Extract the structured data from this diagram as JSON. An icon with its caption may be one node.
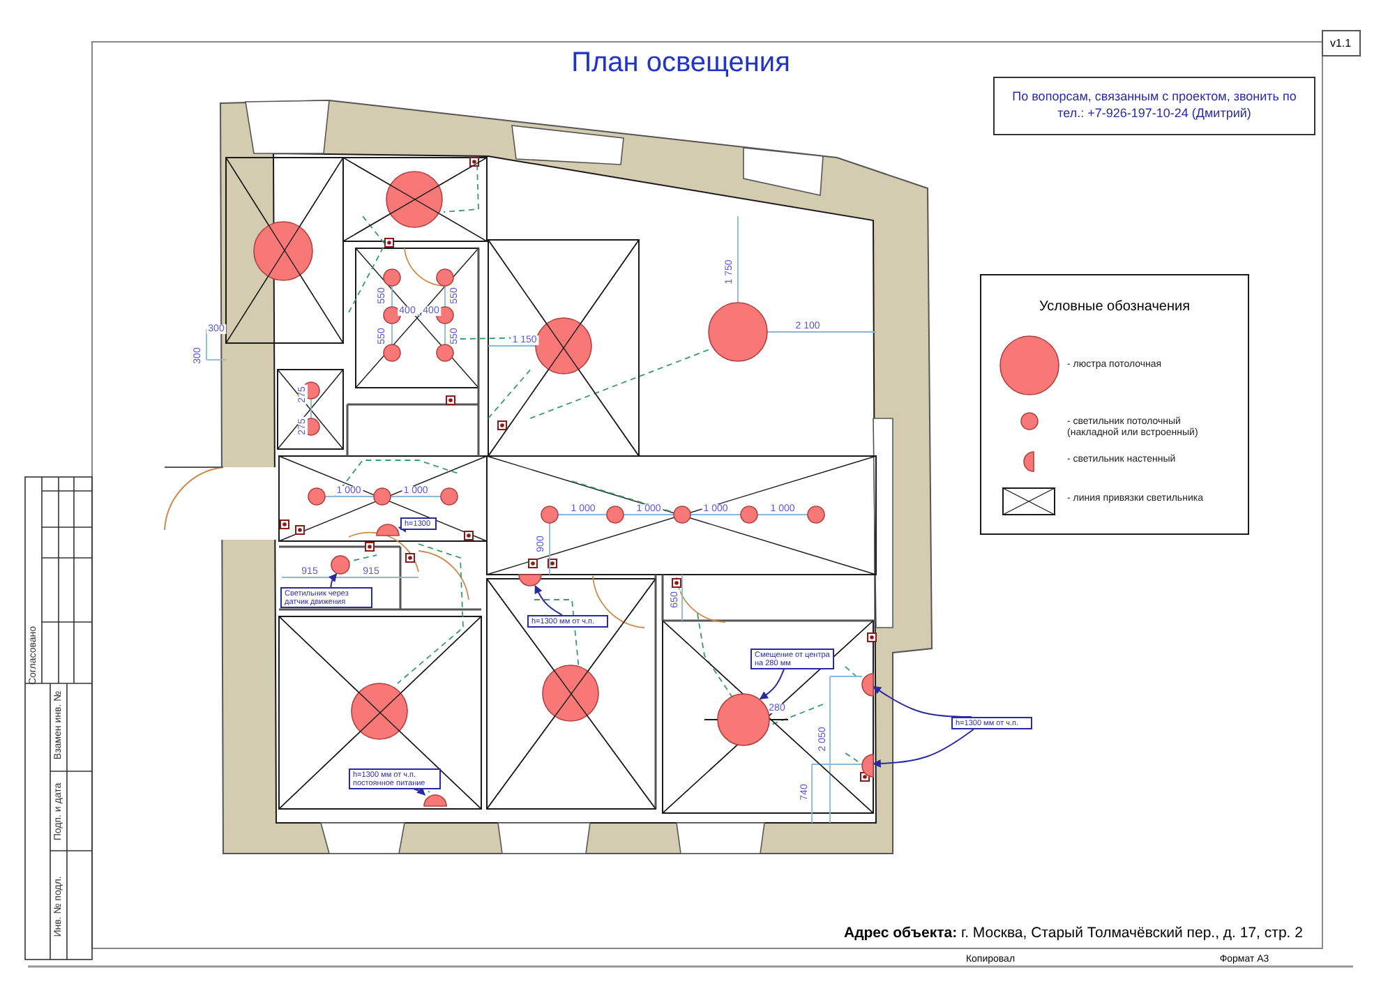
{
  "diagram": {
    "title": "План освещения",
    "nodes": [
      {
        "text": [
          "По вопорсам, связанным с проектом, звонить по тел.: +7-926-197-10-24 (Дмитрий)"
        ]
      },
      {
        "text": [
          "h=1300"
        ]
      },
      {
        "text": [],
        "shape": "semicircle"
      },
      {
        "text": [
          "Светильник через датчик движения"
        ]
      },
      {
        "text": [],
        "shape": "circle"
      },
      {
        "text": [
          "h=1300 мм от ч.п."
        ]
      },
      {
        "text": [],
        "shape": "semicircle"
      },
      {
        "text": [
          "Смещение от центра на 280 мм"
        ]
      },
      {
        "text": [],
        "shape": "circle"
      },
      {
        "text": [
          "h=1300 мм от ч.п."
        ]
      },
      {
        "text": [],
        "shape": "semicircle"
      },
      {
        "text": [],
        "shape": "semicircle"
      },
      {
        "text": [
          "h=1300 мм от ч.п. постоянное питание"
        ]
      },
      {
        "text": [],
        "shape": "semicircle"
      }
    ],
    "edges": [
      {
        "from": 1,
        "to": 2,
        "arrow": "to"
      },
      {
        "from": 3,
        "to": 4,
        "arrow": "to"
      },
      {
        "from": 5,
        "to": 6,
        "arrow": "to"
      },
      {
        "from": 7,
        "to": 8,
        "arrow": "to"
      },
      {
        "from": 9,
        "to": 10,
        "arrow": "to"
      },
      {
        "from": 9,
        "to": 11,
        "arrow": "to"
      },
      {
        "from": 12,
        "to": 13,
        "arrow": "to"
      }
    ],
    "labels": [
      "Условные обозначения",
      "300",
      "300",
      "550",
      "550",
      "400",
      "400",
      "550",
      "550",
      "275",
      "275",
      "1 150",
      "1 750",
      "2 100",
      "1 000",
      "1 000",
      "915",
      "915",
      "1 000",
      "1 000",
      "1 000",
      "1 000",
      "900",
      "650",
      "280",
      "2 050",
      "740",
      "Согласовано",
      "Взамен инв. №",
      "Подп. и дата",
      "Инв. № подл.",
      "**Адрес объекта:** г. Москва, Старый Толмачёвский пер., д. 17, стр. 2",
      "Копировал",
      "Формат А3",
      "v1.1"
    ],
    "legend": [
      {
        "text": "- люстра потолочная",
        "color": "#f87878"
      },
      {
        "text": "- светильник потолочный (накладной или встроенный)",
        "color": "#f87878"
      },
      {
        "text": "- светильник настенный",
        "color": "#f87878"
      },
      {
        "text": "- линия привязки светильника"
      }
    ]
  }
}
